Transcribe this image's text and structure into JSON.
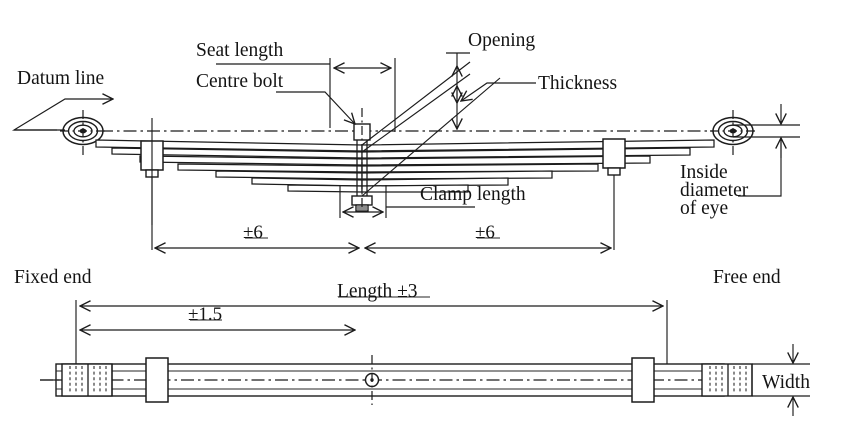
{
  "diagram": {
    "title": "Leaf spring assembly dimension drawing",
    "views": [
      {
        "name": "side-elevation-view",
        "position": "top"
      },
      {
        "name": "plan-view",
        "position": "bottom"
      }
    ]
  },
  "labels": {
    "datum_line": "Datum line",
    "seat_length": "Seat length",
    "centre_bolt": "Centre bolt",
    "opening": "Opening",
    "thickness": "Thickness",
    "clamp_length": "Clamp length",
    "inside_diameter_of_eye_1": "Inside",
    "inside_diameter_of_eye_2": "diameter",
    "inside_diameter_of_eye_3": "of eye",
    "fixed_end": "Fixed end",
    "free_end": "Free end",
    "length": "Length ±3",
    "width": "Width"
  },
  "dimensions": {
    "half_length_left": "±6",
    "half_length_right": "±6",
    "overall_length": "Length ±3",
    "seat_offset": "±1.5"
  },
  "colors": {
    "line": "#1c1c1c",
    "background": "#ffffff",
    "text": "#141414"
  }
}
